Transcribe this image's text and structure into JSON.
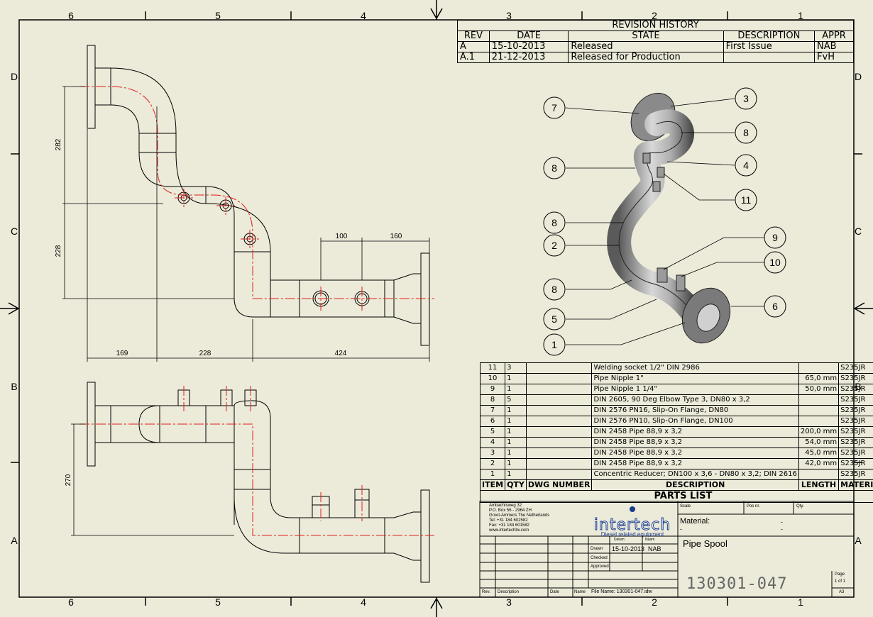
{
  "border": {
    "col_numbers": [
      "6",
      "5",
      "4",
      "3",
      "2",
      "1"
    ],
    "row_letters": [
      "D",
      "C",
      "B",
      "A"
    ]
  },
  "revision_history": {
    "title": "REVISION HISTORY",
    "headers": [
      "REV",
      "DATE",
      "STATE",
      "DESCRIPTION",
      "APPR"
    ],
    "rows": [
      [
        "A",
        "15-10-2013",
        "Released",
        "First Issue",
        "NAB"
      ],
      [
        "A.1",
        "21-12-2013",
        "Released for Production",
        "",
        "FvH"
      ]
    ]
  },
  "front_view": {
    "dims": {
      "d282": "282",
      "d228v": "228",
      "d100": "100",
      "d160": "160",
      "d169": "169",
      "d228h": "228",
      "d424": "424"
    }
  },
  "top_view": {
    "dims": {
      "d270": "270"
    }
  },
  "balloons": [
    "7",
    "3",
    "8",
    "4",
    "8",
    "11",
    "8",
    "2",
    "9",
    "10",
    "8",
    "6",
    "5",
    "1"
  ],
  "parts_list": {
    "caption": "PARTS LIST",
    "headers": [
      "ITEM",
      "QTY",
      "DWG NUMBER",
      "DESCRIPTION",
      "LENGTH",
      "MATERIAL"
    ],
    "rows": [
      [
        "11",
        "3",
        "",
        "Welding socket 1/2\" DIN 2986",
        "",
        "S235JR"
      ],
      [
        "10",
        "1",
        "",
        "Pipe Nipple 1\"",
        "65,0 mm",
        "S235JR"
      ],
      [
        "9",
        "1",
        "",
        "Pipe Nipple 1 1/4\"",
        "50,0 mm",
        "S235JR"
      ],
      [
        "8",
        "5",
        "",
        "DIN 2605, 90 Deg Elbow Type 3, DN80 x 3,2",
        "",
        "S235JR"
      ],
      [
        "7",
        "1",
        "",
        "DIN 2576 PN16, Slip-On Flange, DN80",
        "",
        "S235JR"
      ],
      [
        "6",
        "1",
        "",
        "DIN 2576 PN10, Slip-On Flange, DN100",
        "",
        "S235JR"
      ],
      [
        "5",
        "1",
        "",
        "DIN 2458 Pipe 88,9 x 3,2",
        "200,0 mm",
        "S235JR"
      ],
      [
        "4",
        "1",
        "",
        "DIN 2458 Pipe 88,9 x 3,2",
        "54,0 mm",
        "S235JR"
      ],
      [
        "3",
        "1",
        "",
        "DIN 2458 Pipe 88,9 x 3,2",
        "45,0 mm",
        "S235JR"
      ],
      [
        "2",
        "1",
        "",
        "DIN 2458 Pipe 88,9 x 3,2",
        "42,0 mm",
        "S235JR"
      ],
      [
        "1",
        "1",
        "",
        "Concentric Reducer; DN100 x 3,6 - DN80 x 3,2; DIN 2616",
        "",
        "S235JR"
      ]
    ]
  },
  "title_block": {
    "address": [
      "Ambachtsweg 32",
      "P.O. Box 56 - 2964 ZH",
      "Groot-Ammers The Netherlands",
      "Tel: +31 184 602582",
      "Fax: +31 184 601582",
      "www.intertechbv.com"
    ],
    "logo_text": "intertech",
    "logo_tagline": "Diesel related equipment",
    "scale_label": "Scale",
    "pos_label": "Pos nr.",
    "qty_label": "Qty.",
    "material_label": "Material:",
    "material_dash_1": "-",
    "material_dash_2": "-",
    "material_dash_3": "-",
    "datum_label": "Datum",
    "naam_label": "Naam",
    "drawn_label": "Drawn",
    "drawn_date": "15-10-2013",
    "drawn_name": "NAB",
    "checked_label": "Checked",
    "approved_label": "Approved",
    "title": "Pipe Spool",
    "drawing_number": "130301-047",
    "page_label": "Page",
    "page_value": "1 of 1",
    "size": "A3",
    "rev_label": "Rev.",
    "description_label": "Description",
    "date_label": "Date",
    "name_label": "Name",
    "file_name": "File Name: 130301-047.idw"
  }
}
